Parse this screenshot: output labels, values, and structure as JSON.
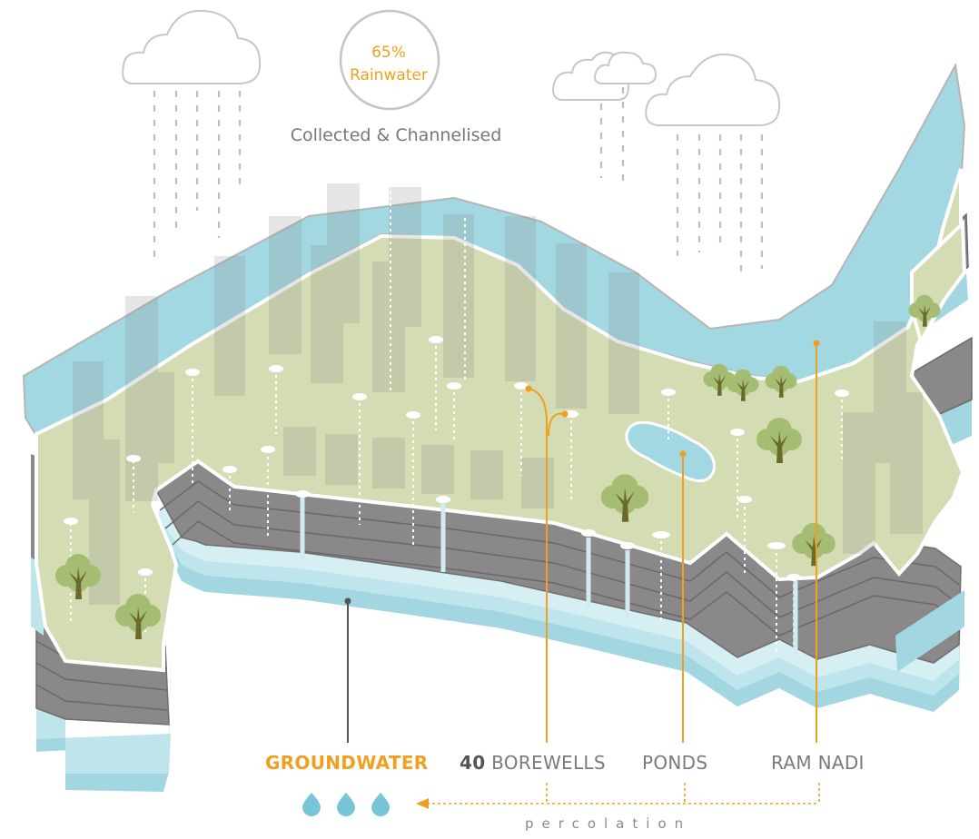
{
  "stat": {
    "percent": "65%",
    "label": "Rainwater",
    "description": "Collected & Channelised"
  },
  "legend": {
    "groundwater": "GROUNDWATER",
    "borewells_count": "40",
    "borewells_label": "BOREWELLS",
    "ponds": "PONDS",
    "ram_nadi": "RAM NADI"
  },
  "flow_label": "percolation",
  "icons": [
    "cloud-icon",
    "rain-icon",
    "tree-icon",
    "pond-icon",
    "borewell-icon",
    "water-drop-icon",
    "arrow-left-icon"
  ],
  "colors": {
    "accent": "#f0a020",
    "land": "#d3dcb2",
    "river": "#a2d8e2",
    "rock": "#8a8888",
    "text": "#777777"
  }
}
